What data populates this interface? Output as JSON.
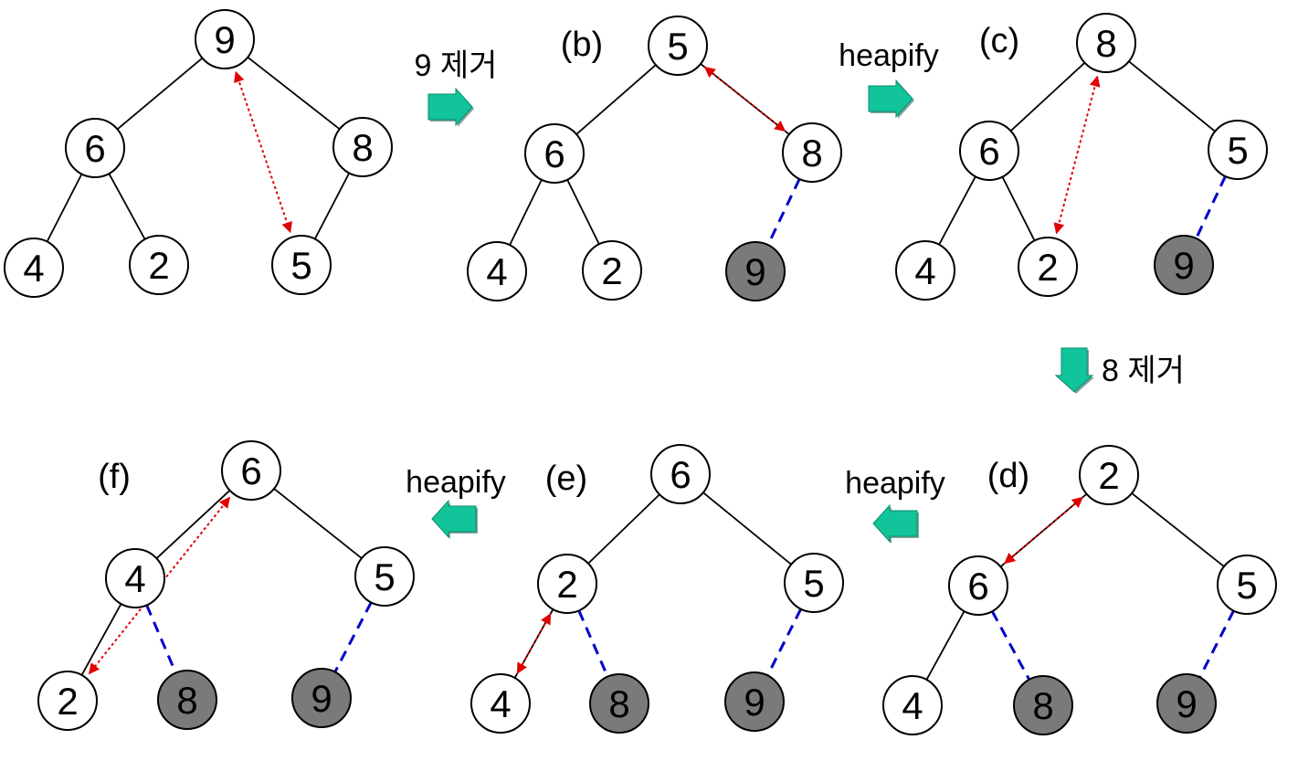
{
  "colors": {
    "node_fill": "#ffffff",
    "removed_fill": "#7a7a7a",
    "edge": "#000000",
    "removed_edge": "#0000cc",
    "swap_arrow": "#e00000",
    "step_arrow": "#11c49a"
  },
  "panels": [
    {
      "id": "a",
      "label": "",
      "nodes": [
        {
          "pos": "root",
          "value": "9"
        },
        {
          "pos": "l",
          "value": "6"
        },
        {
          "pos": "r",
          "value": "8"
        },
        {
          "pos": "ll",
          "value": "4"
        },
        {
          "pos": "lr",
          "value": "2"
        },
        {
          "pos": "rl",
          "value": "5"
        }
      ],
      "swap": [
        "root",
        "rl"
      ]
    },
    {
      "id": "b",
      "label": "(b)",
      "nodes": [
        {
          "pos": "root",
          "value": "5"
        },
        {
          "pos": "l",
          "value": "6"
        },
        {
          "pos": "r",
          "value": "8"
        },
        {
          "pos": "ll",
          "value": "4"
        },
        {
          "pos": "lr",
          "value": "2"
        },
        {
          "pos": "rl",
          "value": "9",
          "removed": true
        }
      ],
      "swap": [
        "root",
        "r"
      ]
    },
    {
      "id": "c",
      "label": "(c)",
      "nodes": [
        {
          "pos": "root",
          "value": "8"
        },
        {
          "pos": "l",
          "value": "6"
        },
        {
          "pos": "r",
          "value": "5"
        },
        {
          "pos": "ll",
          "value": "4"
        },
        {
          "pos": "lr",
          "value": "2"
        },
        {
          "pos": "rl",
          "value": "9",
          "removed": true
        }
      ],
      "swap": [
        "root",
        "lr"
      ]
    },
    {
      "id": "d",
      "label": "(d)",
      "nodes": [
        {
          "pos": "root",
          "value": "2"
        },
        {
          "pos": "l",
          "value": "6"
        },
        {
          "pos": "r",
          "value": "5"
        },
        {
          "pos": "ll",
          "value": "4"
        },
        {
          "pos": "lr",
          "value": "8",
          "removed": true
        },
        {
          "pos": "rl",
          "value": "9",
          "removed": true
        }
      ],
      "swap": [
        "root",
        "l"
      ]
    },
    {
      "id": "e",
      "label": "(e)",
      "nodes": [
        {
          "pos": "root",
          "value": "6"
        },
        {
          "pos": "l",
          "value": "2"
        },
        {
          "pos": "r",
          "value": "5"
        },
        {
          "pos": "ll",
          "value": "4"
        },
        {
          "pos": "lr",
          "value": "8",
          "removed": true
        },
        {
          "pos": "rl",
          "value": "9",
          "removed": true
        }
      ],
      "swap": [
        "l",
        "ll"
      ]
    },
    {
      "id": "f",
      "label": "(f)",
      "nodes": [
        {
          "pos": "root",
          "value": "6"
        },
        {
          "pos": "l",
          "value": "4"
        },
        {
          "pos": "r",
          "value": "5"
        },
        {
          "pos": "ll",
          "value": "2"
        },
        {
          "pos": "lr",
          "value": "8",
          "removed": true
        },
        {
          "pos": "rl",
          "value": "9",
          "removed": true
        }
      ],
      "swap": [
        "root",
        "ll"
      ]
    }
  ],
  "transitions": [
    {
      "from": "a",
      "to": "b",
      "label": "9 제거",
      "direction": "right"
    },
    {
      "from": "b",
      "to": "c",
      "label": "heapify",
      "direction": "right"
    },
    {
      "from": "c",
      "to": "d",
      "label": "8 제거",
      "direction": "down"
    },
    {
      "from": "d",
      "to": "e",
      "label": "heapify",
      "direction": "left"
    },
    {
      "from": "e",
      "to": "f",
      "label": "heapify",
      "direction": "left"
    }
  ]
}
